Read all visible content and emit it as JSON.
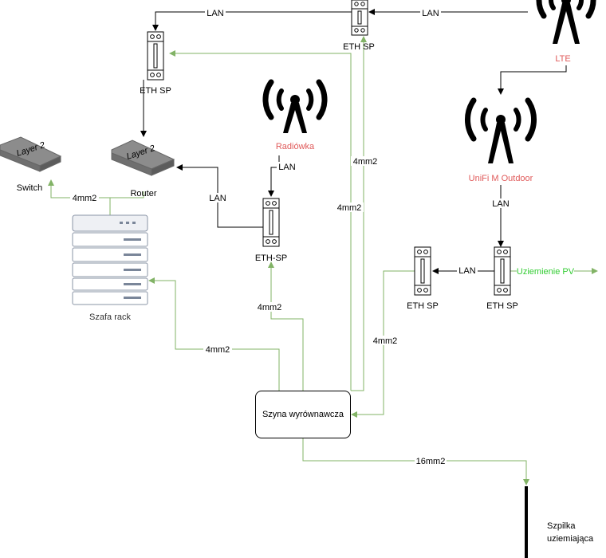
{
  "nodes": {
    "eth_sp_top": "ETH SP",
    "eth_sp_left": "ETH SP",
    "eth_sp_mid": "ETH-SP",
    "eth_sp_right1": "ETH SP",
    "eth_sp_right2": "ETH SP",
    "lte": "LTE",
    "radiowka": "Radiówka",
    "unifi": "UniFi M Outdoor",
    "switch": "Switch",
    "router": "Router",
    "switch_device_text": "Layer 2",
    "router_device_text": "Layer 2",
    "rack": "Szafa rack",
    "bus": "Szyna wyrównawcza",
    "ground_rod": "Szpilka uziemiająca",
    "pv_ground": "Uziemienie PV"
  },
  "edges": {
    "lan_top_right": "LAN",
    "lan_top_left": "LAN",
    "lan_radio": "LAN",
    "lan_mid_router": "LAN",
    "lan_unifi": "LAN",
    "lan_right": "LAN",
    "w_rack_switch": "4mm2",
    "w_rack_bus": "4mm2",
    "w_mid_bus": "4mm2",
    "w_top_bus_a": "4mm2",
    "w_top_bus_b": "4mm2",
    "w_right_bus": "4mm2",
    "w_ground": "16mm2"
  },
  "colors": {
    "lan_line": "#000000",
    "ground_line": "#82b366",
    "accent_red": "#e05a5a",
    "accent_green": "#33cc33"
  }
}
